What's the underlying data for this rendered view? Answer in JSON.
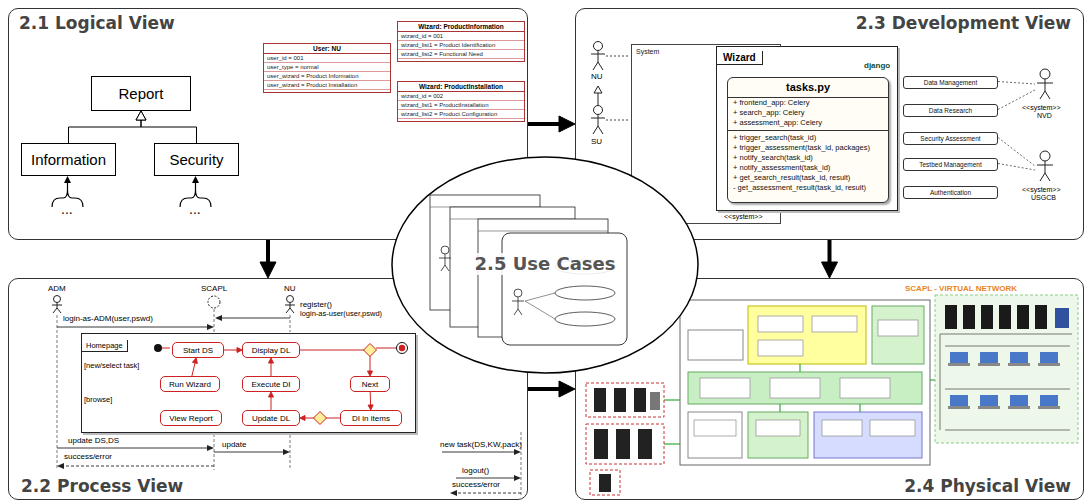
{
  "diagram": {
    "nodes": [
      {
        "text": [
          "2.1 Logical View"
        ]
      },
      {
        "text": [
          "Report"
        ],
        "in": 0
      },
      {
        "text": [
          "Information"
        ],
        "in": 0
      },
      {
        "text": [
          "Security"
        ],
        "in": 0
      },
      {
        "text": [
          "User: NU",
          "user_id = 001",
          "user_type = normal",
          "user_wizard = Product Information",
          "user_wizard = Product Installation"
        ],
        "in": 0
      },
      {
        "text": [
          "Wizard: ProductInformation",
          "wizard_id = 001",
          "wizard_list1 = Product Identification",
          "wizard_list2 = Functional Need"
        ],
        "in": 0
      },
      {
        "text": [
          "Wizard: ProductInstallation",
          "wizard_id = 002",
          "wizard_list1 = ProductInstallation",
          "wizard_list2 = Product Configuration"
        ],
        "in": 0
      },
      {
        "text": [
          "2.3 Development View"
        ]
      },
      {
        "text": [
          "System"
        ],
        "in": 7
      },
      {
        "text": [
          "Wizard"
        ],
        "in": 7
      },
      {
        "text": [
          "tasks.py",
          "+ frontend_app: Celery",
          "+ search_app: Celery",
          "+ assessment_app: Celery",
          "+ trigger_search(task_id)",
          "+ trigger_assessment(task_id, packages)",
          "+ notify_search(task_id)",
          "+ notify_assessment(task_id)",
          "+ get_search_result(task_id, result)",
          "- get_assessment_result(task_id, result)"
        ],
        "in": 9
      },
      {
        "text": [
          "Data Management"
        ],
        "in": 7
      },
      {
        "text": [
          "Data Research"
        ],
        "in": 7
      },
      {
        "text": [
          "Security Assessment"
        ],
        "in": 7
      },
      {
        "text": [
          "Testbed Management"
        ],
        "in": 7
      },
      {
        "text": [
          "Authentication"
        ],
        "in": 7
      },
      {
        "text": [
          "2.2 Process View"
        ]
      },
      {
        "text": [
          "Homepage"
        ],
        "in": 16
      },
      {
        "text": [
          "Start DS"
        ],
        "in": 17
      },
      {
        "text": [
          "Display DL"
        ],
        "in": 17
      },
      {
        "text": [
          "Run Wizard"
        ],
        "in": 17
      },
      {
        "text": [
          "View Report"
        ],
        "in": 17
      },
      {
        "text": [
          "Execute DI"
        ],
        "in": 17
      },
      {
        "text": [
          "Update DL"
        ],
        "in": 17
      },
      {
        "text": [
          "Next"
        ],
        "in": 17
      },
      {
        "text": [
          "DI in items"
        ],
        "in": 17
      },
      {
        "text": [
          "2.4 Physical View"
        ]
      },
      {
        "text": [
          "2.5 Use Cases"
        ]
      }
    ],
    "edges": [
      {
        "from": 2,
        "to": 1,
        "arrow": "to"
      },
      {
        "from": 3,
        "to": 1,
        "arrow": "to"
      },
      {
        "from": 0,
        "to": 7,
        "arrow": "to"
      },
      {
        "from": 0,
        "to": 16,
        "arrow": "to"
      },
      {
        "from": 7,
        "to": 26,
        "arrow": "to"
      },
      {
        "from": 16,
        "to": 26,
        "arrow": "to"
      },
      {
        "from": 18,
        "to": 19,
        "arrow": "to"
      },
      {
        "from": 20,
        "to": 18,
        "arrow": "to"
      },
      {
        "from": 19,
        "to": 24,
        "arrow": "to"
      },
      {
        "from": 24,
        "to": 25,
        "arrow": "to"
      },
      {
        "from": 25,
        "to": 23,
        "arrow": "to"
      },
      {
        "from": 23,
        "to": 22,
        "arrow": "to"
      },
      {
        "from": 22,
        "to": 19,
        "arrow": "to"
      }
    ],
    "labels": [
      "...",
      "...",
      "django",
      "NU",
      "SU",
      "<<system>>",
      "NVD",
      "<<system>>",
      "USGCB",
      "<<system>>",
      "ADM",
      "SCAPL",
      "NU",
      "login-as-ADM(user,pswd)",
      "register()",
      "login-as-user(user,pswd)",
      "update DS,DS",
      "update",
      "success/error",
      "new task(DS,KW,pack)",
      "logout()",
      "success/error",
      "[new/select task]",
      "[browse]",
      "SCAPL - VIRTUAL NETWORK"
    ]
  }
}
